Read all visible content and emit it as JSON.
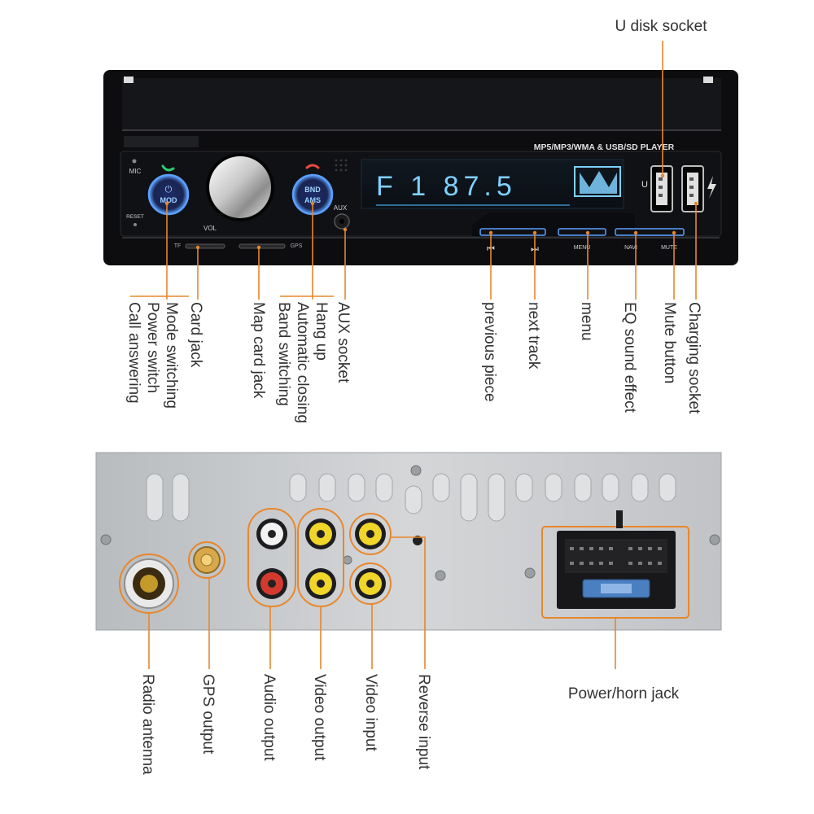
{
  "colors": {
    "accent": "#e8872b",
    "panel_dark": "#0d0d0f",
    "rear_metal": "#c9cbcd",
    "lcd_blue": "#7fd0ff"
  },
  "front_panel": {
    "header": "MP5/MP3/WMA & USB/SD PLAYER",
    "display_text": "F 1  87.5",
    "mic": "MIC",
    "reset": "RESET",
    "mod_line1": "⏻",
    "mod_line2": "MOD",
    "vol": "VOL",
    "bnd": "BND",
    "ams": "AMS",
    "aux": "AUX",
    "tf": "TF",
    "gps": "GPS",
    "u_mark": "U",
    "btn_prev": "⏮",
    "btn_next": "⏭",
    "btn_menu": "MENU",
    "btn_navi": "NAVI",
    "btn_mute": "MUTE",
    "icons": [
      "call-icon",
      "hangup-icon",
      "lightning-icon"
    ]
  },
  "labels": {
    "u_disk_socket": "U disk socket",
    "call_answering": "Call answering",
    "power_switch": "Power switch",
    "mode_switching": "Mode switching",
    "card_jack": "Card jack",
    "map_card_jack": "Map card jack",
    "band_switching": "Band switching",
    "automatic_closing": "Automatic closing",
    "hang_up": "Hang up",
    "aux_socket": "AUX socket",
    "previous_piece": "previous piece",
    "next_track": "next track",
    "menu": "menu",
    "eq_sound_effect": "EQ sound effect",
    "mute_button": "Mute button",
    "charging_socket": "Charging socket",
    "radio_antenna": "Radio antenna",
    "gps_output": "GPS output",
    "audio_output": "Audio output",
    "video_output": "Video output",
    "video_input": "Video input",
    "reverse_input": "Reverse input",
    "power_horn_jack": "Power/horn jack"
  }
}
